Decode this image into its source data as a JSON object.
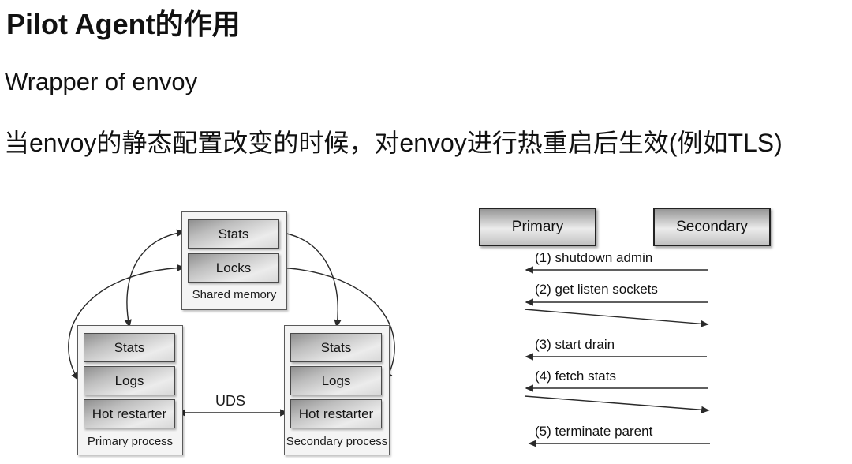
{
  "slide": {
    "title": "Pilot Agent的作用",
    "body_lines": [
      "Wrapper of envoy",
      "当envoy的静态配置改变的时候，对envoy进行热重启后生效(例如TLS)"
    ]
  },
  "architecture_diagram": {
    "shared_memory": {
      "label": "Shared memory",
      "items": [
        "Stats",
        "Locks"
      ]
    },
    "primary_process": {
      "label": "Primary process",
      "items": [
        "Stats",
        "Logs",
        "Hot restarter"
      ]
    },
    "secondary_process": {
      "label": "Secondary process",
      "items": [
        "Stats",
        "Logs",
        "Hot restarter"
      ]
    },
    "uds_label": "UDS"
  },
  "sequence_diagram": {
    "actors": [
      "Primary",
      "Secondary"
    ],
    "messages": [
      {
        "label": "(1) shutdown admin",
        "direction": "secondary-to-primary",
        "reply": false
      },
      {
        "label": "(2) get listen sockets",
        "direction": "secondary-to-primary",
        "reply": true
      },
      {
        "label": "(3) start drain",
        "direction": "secondary-to-primary",
        "reply": false
      },
      {
        "label": "(4) fetch stats",
        "direction": "secondary-to-primary",
        "reply": true
      },
      {
        "label": "(5) terminate parent",
        "direction": "secondary-to-primary",
        "reply": false
      }
    ]
  },
  "colors": {
    "background": "#ffffff",
    "text": "#111111",
    "box_border": "#4a4a4a",
    "actor_border": "#222222",
    "container_fill": "#f4f4f4",
    "gradient_dark": "#8f8f8f",
    "gradient_light": "#ececec",
    "arrow": "#2a2a2a"
  }
}
